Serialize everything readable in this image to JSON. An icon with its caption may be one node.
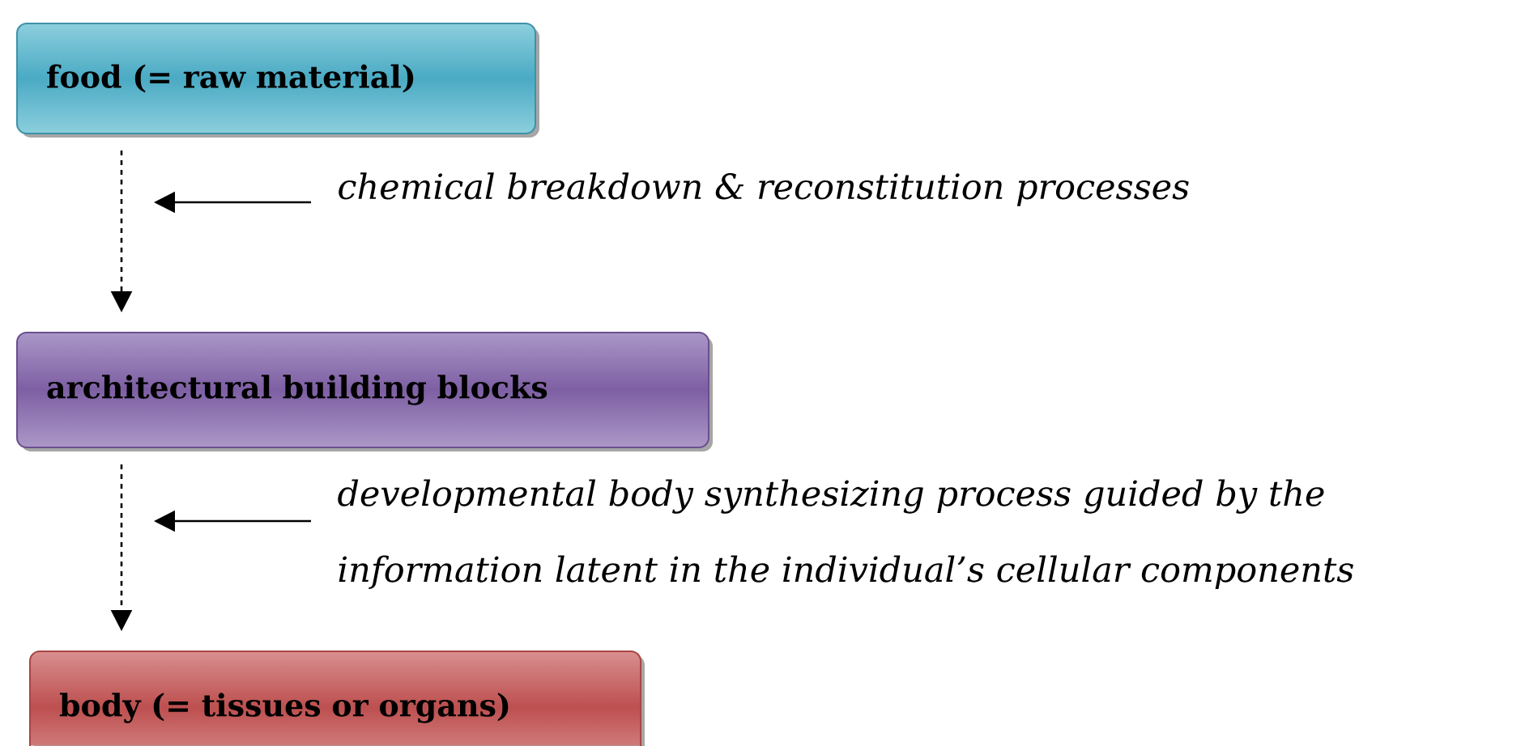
{
  "diagram": {
    "nodes": [
      {
        "text": [
          "food (= raw material)"
        ]
      },
      {
        "text": [
          "architectural building blocks"
        ]
      },
      {
        "text": [
          "body (= tissues or organs)"
        ]
      },
      {
        "text": [
          "chemical breakdown & reconstitution processes"
        ]
      },
      {
        "text": [
          "developmental body synthesizing process guided by the information latent in the individual’s cellular components"
        ]
      }
    ],
    "edges": [
      {
        "from": 0,
        "to": 1,
        "arrow": "to",
        "style": "dashed"
      },
      {
        "from": 1,
        "to": 2,
        "arrow": "to",
        "style": "dashed"
      },
      {
        "from": 3,
        "to": null,
        "arrow": "to"
      },
      {
        "from": 4,
        "to": null,
        "arrow": "to"
      }
    ]
  }
}
